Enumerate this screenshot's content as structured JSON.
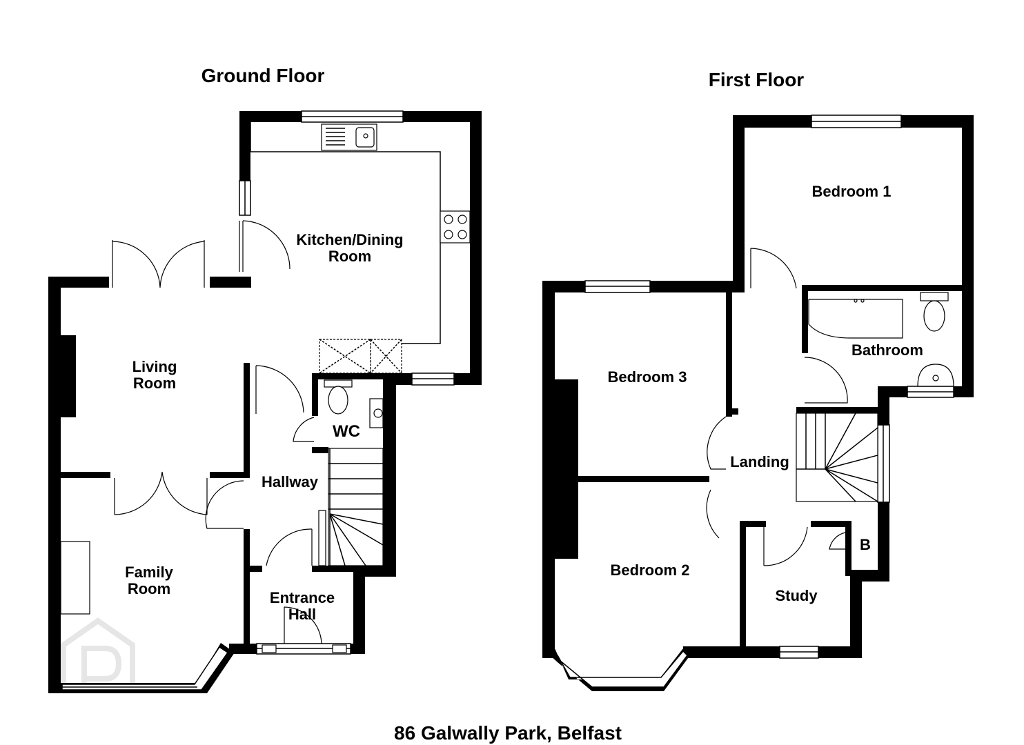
{
  "titles": {
    "ground_floor": "Ground Floor",
    "first_floor": "First Floor",
    "address": "86 Galwally Park, Belfast"
  },
  "ground_floor": {
    "kitchen_dining_line1": "Kitchen/Dining",
    "kitchen_dining_line2": "Room",
    "living_line1": "Living",
    "living_line2": "Room",
    "wc": "WC",
    "hallway": "Hallway",
    "family_line1": "Family",
    "family_line2": "Room",
    "entrance_line1": "Entrance",
    "entrance_line2": "Hall"
  },
  "first_floor": {
    "bedroom1": "Bedroom 1",
    "bathroom": "Bathroom",
    "bedroom3": "Bedroom 3",
    "landing": "Landing",
    "bedroom2": "Bedroom 2",
    "study": "Study",
    "boiler": "B"
  },
  "colors": {
    "wall": "#000000",
    "background": "#ffffff",
    "watermark": "#e6e6e6"
  },
  "icons": {
    "watermark": "property-pal-logo-icon"
  }
}
